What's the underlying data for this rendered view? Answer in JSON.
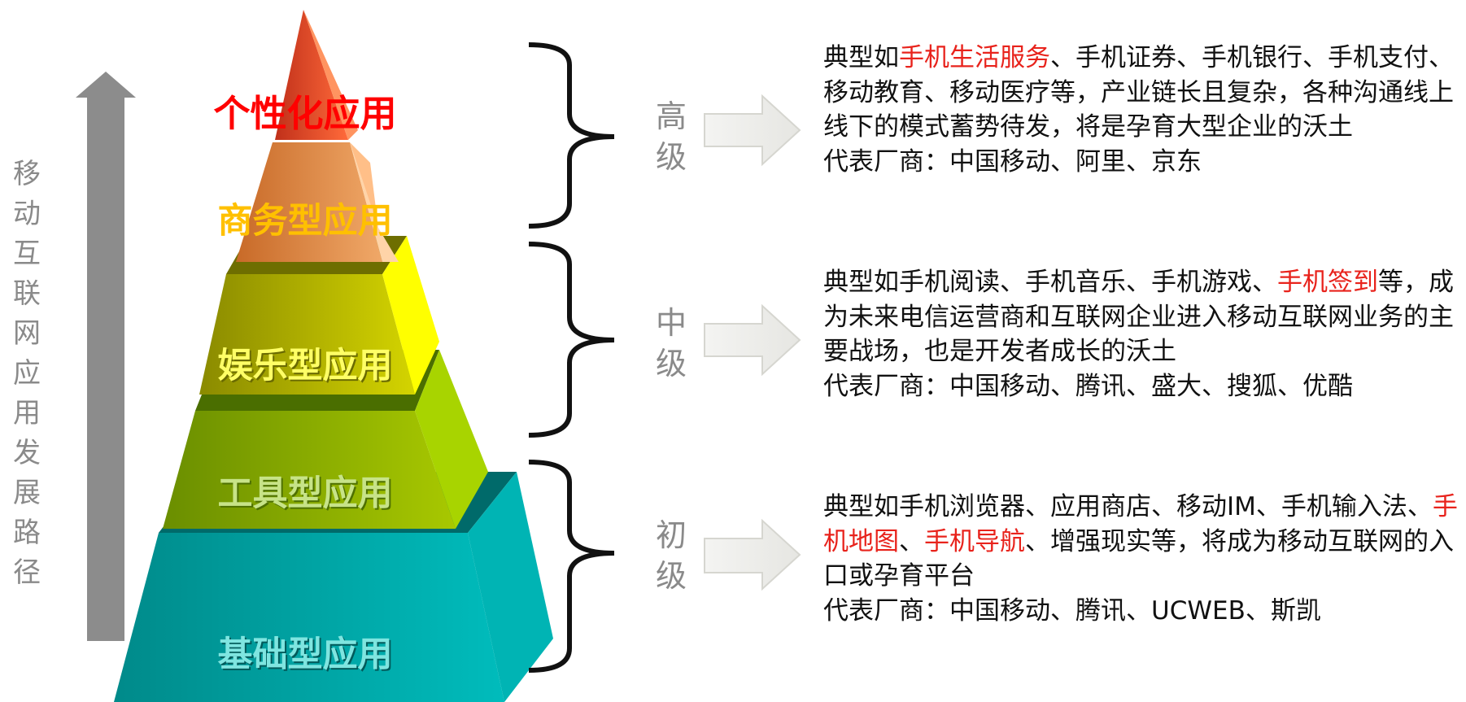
{
  "vertical_label": "移\n动\n互\n联\n网\n应\n用\n发\n展\n路\n径",
  "pyramid": {
    "layers": [
      {
        "key": "personal",
        "label": "个性化应用",
        "color": "#ff0000"
      },
      {
        "key": "business",
        "label": "商务型应用",
        "color": "#ffc000"
      },
      {
        "key": "entertainment",
        "label": "娱乐型应用",
        "color": "#ffff66"
      },
      {
        "key": "tool",
        "label": "工具型应用",
        "color": "#c7e388"
      },
      {
        "key": "basic",
        "label": "基础型应用",
        "color": "#7fe5e0"
      }
    ]
  },
  "levels": [
    {
      "label": "高\n级",
      "desc": {
        "p1_pre": "典型如",
        "p1_red1": "手机生活服务",
        "p1_post": "、手机证券、手机银行、手机支付、移动教育、移动医疗等，产业链长且复杂，各种沟通线上线下的模式蓄势待发，将是孕育大型企业的沃土",
        "p2": "代表厂商：中国移动、阿里、京东"
      }
    },
    {
      "label": "中\n级",
      "desc": {
        "p1_pre": "典型如手机阅读、手机音乐、手机游戏、",
        "p1_red1": "手机签到",
        "p1_post": "等，成为未来电信运营商和互联网企业进入移动互联网业务的主要战场，也是开发者成长的沃土",
        "p2": "代表厂商：中国移动、腾讯、盛大、搜狐、优酷"
      }
    },
    {
      "label": "初\n级",
      "desc": {
        "p1_pre": "典型如手机浏览器、应用商店、移动IM、手机输入法、",
        "p1_red1": "手机地图",
        "p1_mid": "、",
        "p1_red2": "手机导航",
        "p1_post": "、增强现实等，将成为移动互联网的入口或孕育平台",
        "p2": "代表厂商：中国移动、腾讯、UCWEB、斯凯"
      }
    }
  ]
}
